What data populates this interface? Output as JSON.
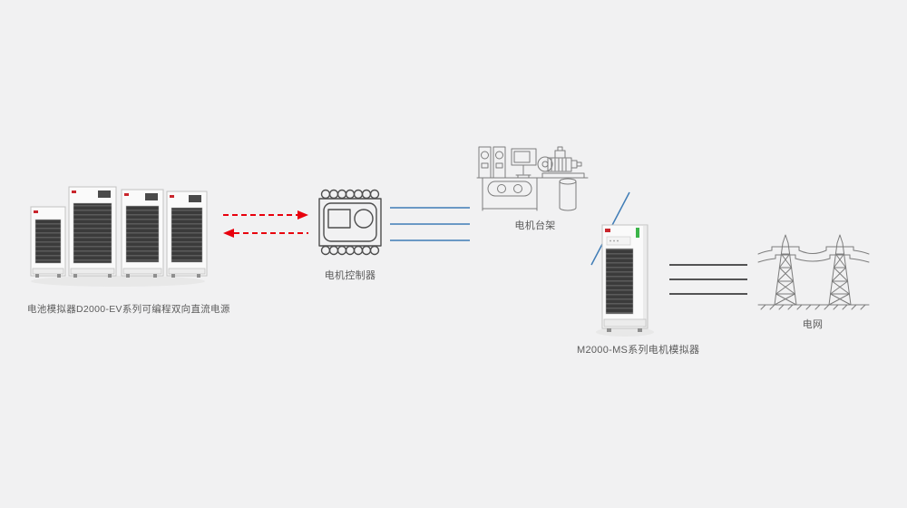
{
  "page": {
    "background": "#f1f1f2"
  },
  "colors": {
    "background": "#f1f1f2",
    "red_arrow": "#e8000d",
    "blue_line": "#3f7cb6",
    "black_line": "#1f1f1f",
    "sketch_stroke": "#7d7d7d",
    "dark_stroke": "#4d4d4d",
    "badge_red": "#c9252c",
    "indicator_green": "#3cb54a",
    "label_text": "#5c5c5c"
  },
  "nodes": {
    "battery_simulator": {
      "label": "电池模拟器D2000-EV系列可编程双向直流电源",
      "icon": "battery-simulator-rack-group"
    },
    "motor_controller": {
      "label": "电机控制器",
      "icon": "motor-controller-line-drawing"
    },
    "motor_bench": {
      "label": "电机台架",
      "icon": "motor-test-bench-line-drawing"
    },
    "motor_simulator": {
      "label": "M2000-MS系列电机模拟器",
      "icon": "motor-simulator-cabinet"
    },
    "power_grid": {
      "label": "电网",
      "icon": "transmission-towers-line-drawing"
    }
  },
  "connections": [
    {
      "from": "battery_simulator",
      "to": "motor_controller",
      "type": "bidirectional-red-dashed-arrows"
    },
    {
      "from": "motor_controller",
      "to": "motor_bench",
      "type": "three-blue-lines"
    },
    {
      "from": "motor_bench",
      "to": "motor_simulator",
      "type": "blue-diagonal-line"
    },
    {
      "from": "motor_simulator",
      "to": "power_grid",
      "type": "three-black-lines"
    }
  ]
}
